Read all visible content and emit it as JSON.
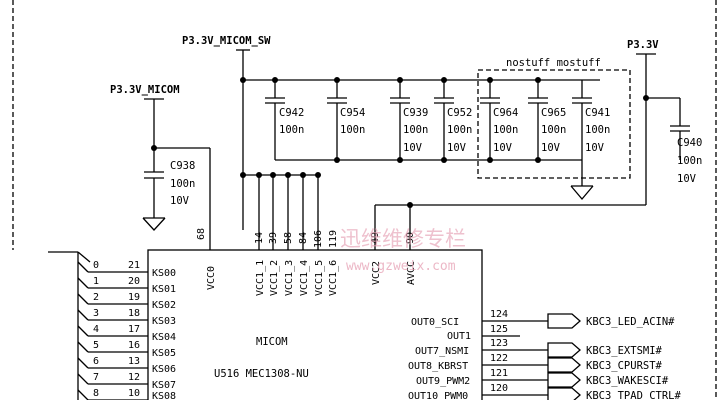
{
  "rails": {
    "micom_sw": "P3.3V_MICOM_SW",
    "micom": "P3.3V_MICOM",
    "p33": "P3.3V"
  },
  "nostuff_label": "nostuff mostuff",
  "capacitors": [
    {
      "ref": "C942",
      "value": "100n",
      "voltage": ""
    },
    {
      "ref": "C954",
      "value": "100n",
      "voltage": ""
    },
    {
      "ref": "C939",
      "value": "100n",
      "voltage": "10V"
    },
    {
      "ref": "C952",
      "value": "100n",
      "voltage": "10V"
    },
    {
      "ref": "C964",
      "value": "100n",
      "voltage": "10V"
    },
    {
      "ref": "C965",
      "value": "100n",
      "voltage": "10V"
    },
    {
      "ref": "C941",
      "value": "100n",
      "voltage": "10V"
    },
    {
      "ref": "C938",
      "value": "100n",
      "voltage": "10V"
    },
    {
      "ref": "C940",
      "value": "100n",
      "voltage": "10V"
    }
  ],
  "ic": {
    "name": "MICOM",
    "part": "U516 MEC1308-NU",
    "power_pins": [
      {
        "num": "68",
        "label": "VCC0"
      },
      {
        "num": "14",
        "label": "VCC1_1"
      },
      {
        "num": "39",
        "label": "VCC1_2"
      },
      {
        "num": "58",
        "label": "VCC1_3"
      },
      {
        "num": "84",
        "label": "VCC1_4"
      },
      {
        "num": "106",
        "label": "VCC1_5"
      },
      {
        "num": "119",
        "label": "VCC1_6"
      },
      {
        "num": "49",
        "label": "VCC2"
      },
      {
        "num": "90",
        "label": "AVCC"
      }
    ],
    "ks_pins": [
      {
        "bus": "0",
        "num": "21",
        "label": "KS00"
      },
      {
        "bus": "1",
        "num": "20",
        "label": "KS01"
      },
      {
        "bus": "2",
        "num": "19",
        "label": "KS02"
      },
      {
        "bus": "3",
        "num": "18",
        "label": "KS03"
      },
      {
        "bus": "4",
        "num": "17",
        "label": "KS04"
      },
      {
        "bus": "5",
        "num": "16",
        "label": "KS05"
      },
      {
        "bus": "6",
        "num": "13",
        "label": "KS06"
      },
      {
        "bus": "7",
        "num": "12",
        "label": "KS07"
      },
      {
        "bus": "8",
        "num": "10",
        "label": "KS08"
      }
    ],
    "out_pins": [
      {
        "num": "124",
        "label": "OUT0_SCI",
        "net": "KBC3_LED_ACIN#"
      },
      {
        "num": "125",
        "label": "OUT1",
        "net": ""
      },
      {
        "num": "123",
        "label": "OUT7_NSMI",
        "net": "KBC3_EXTSMI#"
      },
      {
        "num": "122",
        "label": "OUT8_KBRST",
        "net": "KBC3_CPURST#"
      },
      {
        "num": "121",
        "label": "OUT9_PWM2",
        "net": "KBC3_WAKESCI#"
      },
      {
        "num": "120",
        "label": "OUT10_PWM0",
        "net": "KBC3_TPAD_CTRL#"
      }
    ]
  },
  "watermark": {
    "cn": "迅维维修专栏",
    "url": "www.gzweix.com"
  }
}
